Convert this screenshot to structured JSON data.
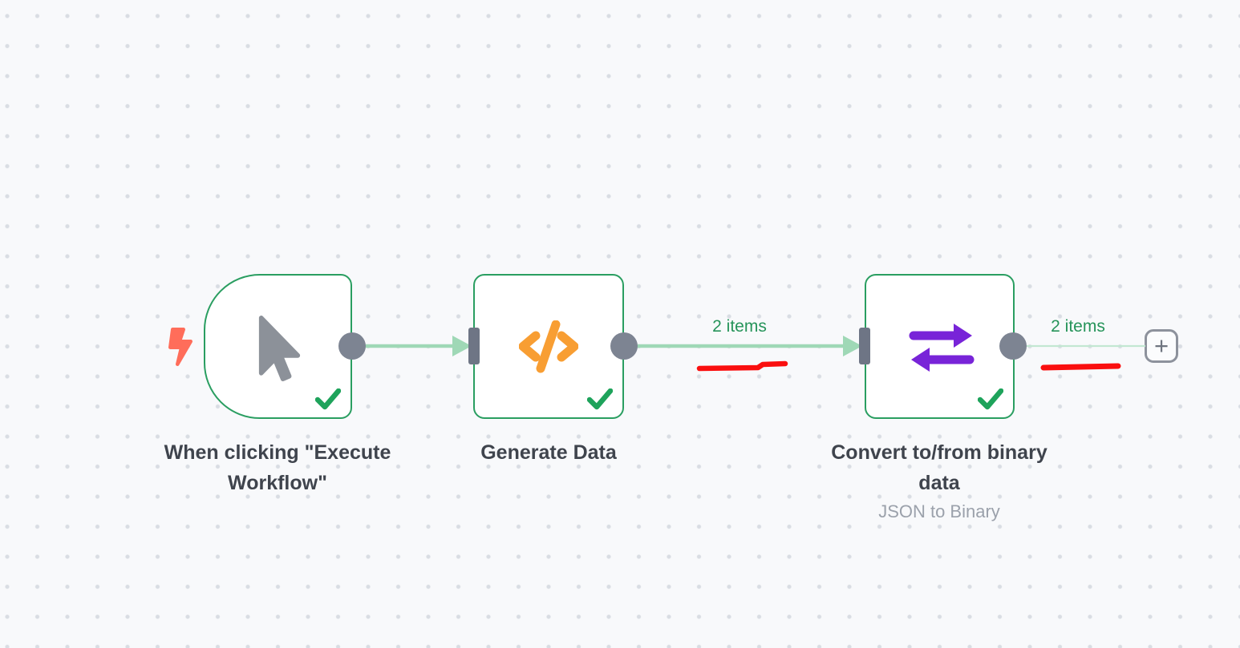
{
  "canvas": {
    "background": "#f8f9fb",
    "dot_color": "#d9dde3"
  },
  "colors": {
    "node_border_green": "#2a9e61",
    "check_green": "#1ea35b",
    "items_label_green": "#26945a",
    "connection_green": "#9fd8b6",
    "connection_light_green": "#c2e7d2",
    "output_port_gray": "#7d8492",
    "input_port_gray": "#6e7585",
    "title_dark": "#3f444d",
    "subtitle_gray": "#9ba1ab",
    "trigger_bolt_red": "#ff6d5a",
    "cursor_gray": "#8c9199",
    "code_orange": "#f89e33",
    "transfer_purple": "#7824d8",
    "annotation_red": "#fa0f0f",
    "add_button_gray": "#8d929c"
  },
  "nodes": {
    "trigger": {
      "title_line1": "When clicking \"Execute",
      "title_line2": "Workflow\"",
      "icon": "mouse-pointer-icon",
      "status": "success"
    },
    "code": {
      "title": "Generate Data",
      "icon": "code-icon",
      "status": "success"
    },
    "binary": {
      "title_line1": "Convert to/from binary",
      "title_line2": "data",
      "subtitle": "JSON to Binary",
      "icon": "transfer-arrows-icon",
      "status": "success"
    }
  },
  "connections": {
    "code_to_binary": {
      "label": "2 items"
    },
    "binary_to_end": {
      "label": "2 items"
    }
  },
  "add_button": {
    "label": "+"
  }
}
